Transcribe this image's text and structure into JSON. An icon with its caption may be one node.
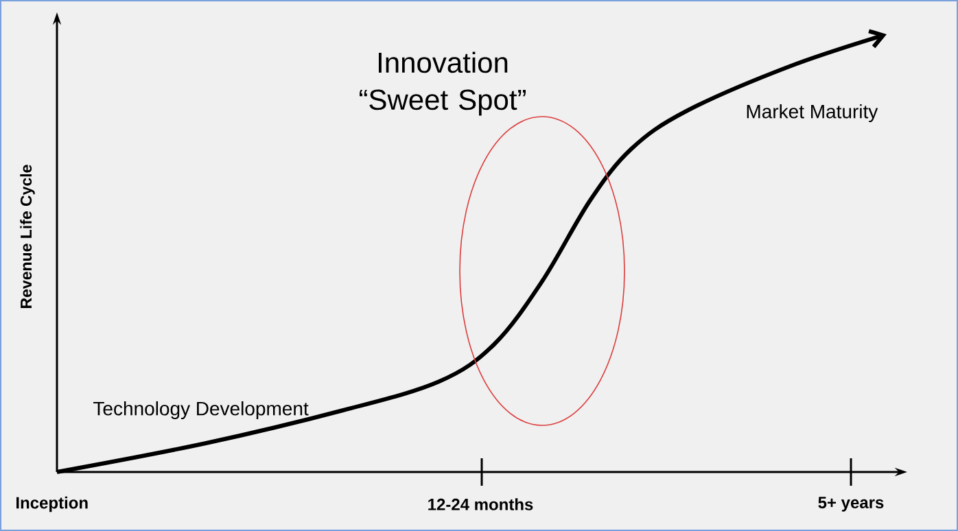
{
  "diagram": {
    "nodes": [
      {
        "text": [
          "Innovation “Sweet Spot”"
        ]
      }
    ],
    "labels": [
      "Revenue Life Cycle",
      "Technology Development",
      "Market Maturity",
      "Inception",
      "12-24 months",
      "5+ years"
    ]
  }
}
